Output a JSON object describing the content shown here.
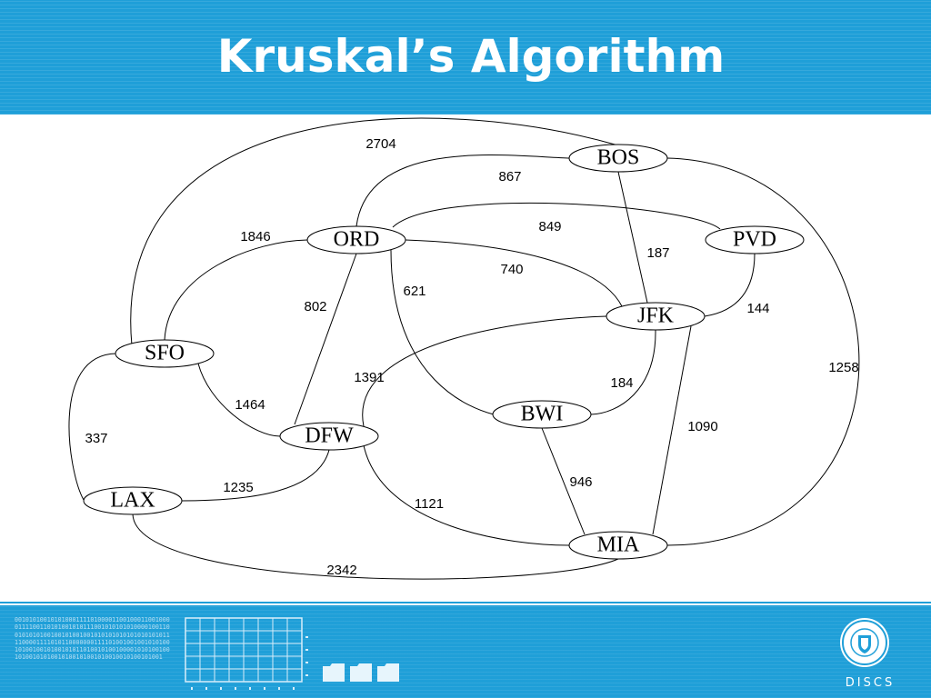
{
  "slide": {
    "title": "Kruskal’s Algorithm"
  },
  "graph": {
    "nodes": [
      {
        "id": "BOS",
        "label": "BOS"
      },
      {
        "id": "PVD",
        "label": "PVD"
      },
      {
        "id": "ORD",
        "label": "ORD"
      },
      {
        "id": "JFK",
        "label": "JFK"
      },
      {
        "id": "SFO",
        "label": "SFO"
      },
      {
        "id": "BWI",
        "label": "BWI"
      },
      {
        "id": "DFW",
        "label": "DFW"
      },
      {
        "id": "LAX",
        "label": "LAX"
      },
      {
        "id": "MIA",
        "label": "MIA"
      }
    ],
    "edges": [
      {
        "from": "SFO",
        "to": "BOS",
        "weight": "2704"
      },
      {
        "from": "ORD",
        "to": "BOS",
        "weight": "867"
      },
      {
        "from": "ORD",
        "to": "PVD",
        "weight": "849"
      },
      {
        "from": "SFO",
        "to": "ORD",
        "weight": "1846"
      },
      {
        "from": "BOS",
        "to": "JFK",
        "weight": "187"
      },
      {
        "from": "ORD",
        "to": "JFK",
        "weight": "740"
      },
      {
        "from": "ORD",
        "to": "BWI",
        "weight": "621"
      },
      {
        "from": "ORD",
        "to": "DFW",
        "weight": "802"
      },
      {
        "from": "PVD",
        "to": "JFK",
        "weight": "144"
      },
      {
        "from": "BOS",
        "to": "MIA",
        "weight": "1258"
      },
      {
        "from": "DFW",
        "to": "JFK",
        "weight": "1391"
      },
      {
        "from": "JFK",
        "to": "BWI",
        "weight": "184"
      },
      {
        "from": "SFO",
        "to": "DFW",
        "weight": "1464"
      },
      {
        "from": "JFK",
        "to": "MIA",
        "weight": "1090"
      },
      {
        "from": "SFO",
        "to": "LAX",
        "weight": "337"
      },
      {
        "from": "BWI",
        "to": "MIA",
        "weight": "946"
      },
      {
        "from": "LAX",
        "to": "DFW",
        "weight": "1235"
      },
      {
        "from": "DFW",
        "to": "MIA",
        "weight": "1121"
      },
      {
        "from": "LAX",
        "to": "MIA",
        "weight": "2342"
      }
    ]
  },
  "footer": {
    "binary_text": "0010101001010100011110100001100100011001000011110011010100101011100101010101000010011001010101001001010010010101010101010101010111100001111010110000000111101001001001010100101001001010010101101001010010000101010010010100101010010100101001010010010100101001",
    "logo_text": "DISCS",
    "icons": [
      "grid-chart-icon",
      "folder-icon",
      "folder-icon",
      "folder-icon",
      "university-seal-icon"
    ]
  }
}
